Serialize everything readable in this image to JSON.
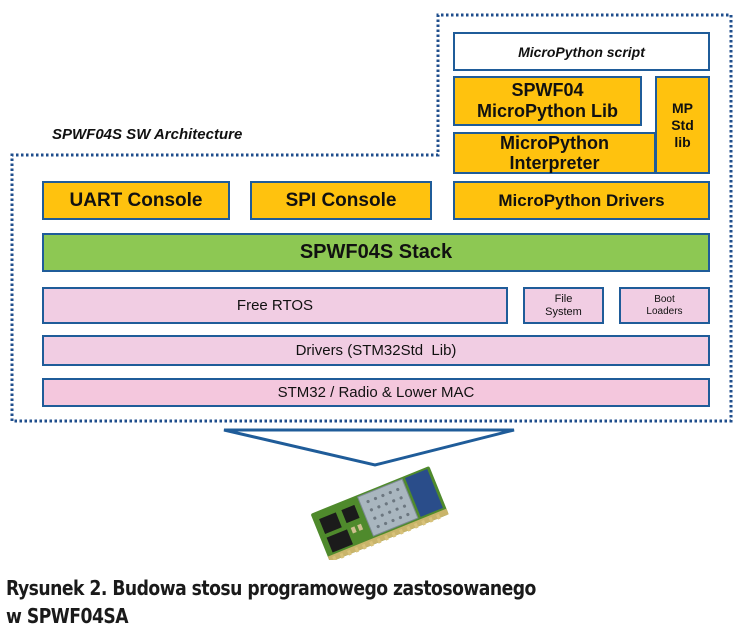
{
  "diagram": {
    "title": "SPWF04S SW Architecture",
    "colors": {
      "border": "#1f5c99",
      "outline_dots": "#1f4e8c",
      "app_layer": "#ffc20e",
      "stack_layer": "#8dc853",
      "system_layer": "#f1cde3",
      "script_layer": "#ffffff"
    },
    "blocks": {
      "micropython_script": "MicroPython script",
      "spwf04_lib": [
        "SPWF04",
        "MicroPython Lib"
      ],
      "mp_interpreter": [
        "MicroPython",
        "Interpreter"
      ],
      "mp_std_lib": [
        "MP",
        "Std",
        "lib"
      ],
      "uart_console": "UART Console",
      "spi_console": "SPI Console",
      "micropython_drivers": "MicroPython Drivers",
      "stack": "SPWF04S Stack",
      "free_rtos": "Free RTOS",
      "file_system": [
        "File",
        "System"
      ],
      "boot_loaders": [
        "Boot",
        "Loaders"
      ],
      "drivers": "Drivers (STM32Std  Lib)",
      "hardware": "STM32 / Radio & Lower MAC"
    },
    "module_image": "SPWF04SA Wi-Fi module photo"
  },
  "caption": {
    "line1": "Rysunek 2. Budowa stosu programowego zastosowanego",
    "line2": "w SPWF04SA"
  }
}
